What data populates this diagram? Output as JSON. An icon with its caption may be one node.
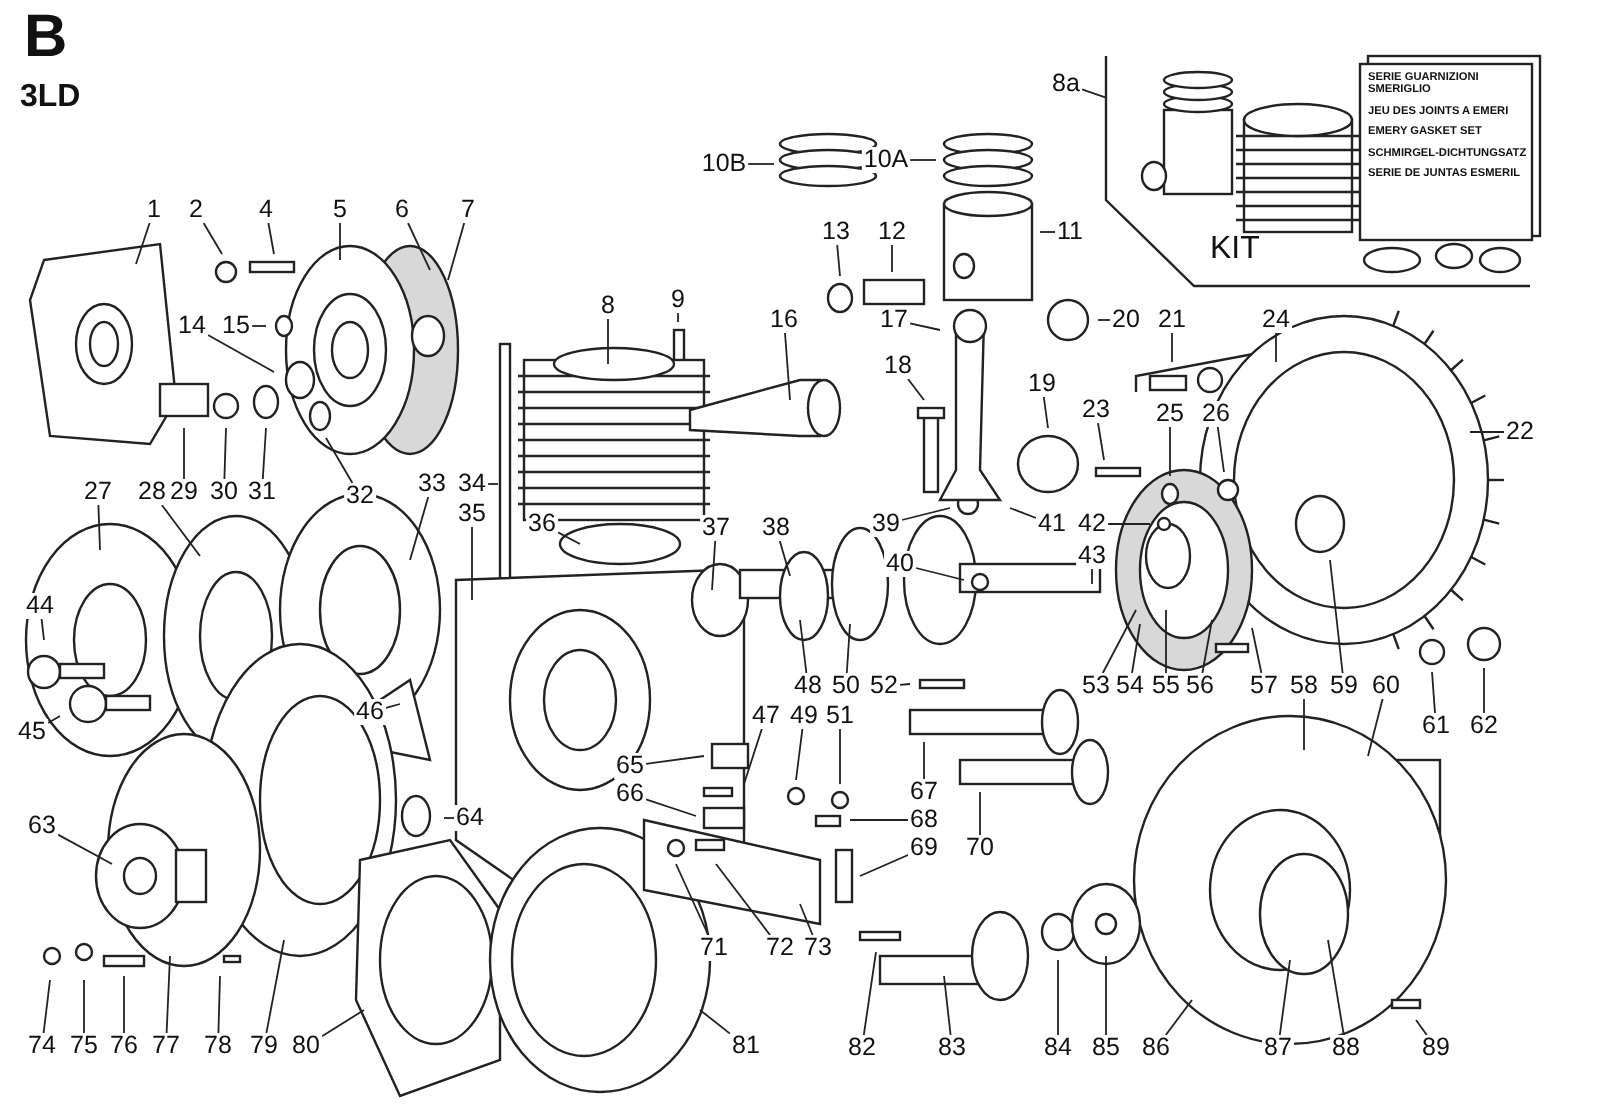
{
  "diagram": {
    "title": "B",
    "nodes": [
      {
        "text": [
          "8a"
        ]
      },
      {
        "text": [
          "10B"
        ]
      },
      {
        "text": [
          "10A"
        ]
      },
      {
        "text": [
          "1"
        ]
      },
      {
        "text": [
          "2"
        ]
      },
      {
        "text": [
          "4"
        ]
      },
      {
        "text": [
          "5"
        ]
      },
      {
        "text": [
          "6"
        ]
      },
      {
        "text": [
          "7"
        ]
      },
      {
        "text": [
          "13"
        ]
      },
      {
        "text": [
          "12"
        ]
      },
      {
        "text": [
          "11"
        ]
      },
      {
        "text": [
          "14"
        ]
      },
      {
        "text": [
          "15"
        ]
      },
      {
        "text": [
          "8"
        ]
      },
      {
        "text": [
          "9"
        ]
      },
      {
        "text": [
          "16"
        ]
      },
      {
        "text": [
          "17"
        ]
      },
      {
        "text": [
          "20"
        ]
      },
      {
        "text": [
          "21"
        ]
      },
      {
        "text": [
          "24"
        ]
      },
      {
        "text": [
          "18"
        ]
      },
      {
        "text": [
          "19"
        ]
      },
      {
        "text": [
          "23"
        ]
      },
      {
        "text": [
          "25"
        ]
      },
      {
        "text": [
          "26"
        ]
      },
      {
        "text": [
          "22"
        ]
      },
      {
        "text": [
          "27"
        ]
      },
      {
        "text": [
          "28"
        ]
      },
      {
        "text": [
          "29"
        ]
      },
      {
        "text": [
          "30"
        ]
      },
      {
        "text": [
          "31"
        ]
      },
      {
        "text": [
          "32"
        ]
      },
      {
        "text": [
          "33"
        ]
      },
      {
        "text": [
          "34"
        ]
      },
      {
        "text": [
          "35"
        ]
      },
      {
        "text": [
          "36"
        ]
      },
      {
        "text": [
          "37"
        ]
      },
      {
        "text": [
          "38"
        ]
      },
      {
        "text": [
          "39"
        ]
      },
      {
        "text": [
          "41"
        ]
      },
      {
        "text": [
          "42"
        ]
      },
      {
        "text": [
          "40"
        ]
      },
      {
        "text": [
          "43"
        ]
      },
      {
        "text": [
          "44"
        ]
      },
      {
        "text": [
          "48"
        ]
      },
      {
        "text": [
          "50"
        ]
      },
      {
        "text": [
          "52"
        ]
      },
      {
        "text": [
          "53"
        ]
      },
      {
        "text": [
          "54"
        ]
      },
      {
        "text": [
          "55"
        ]
      },
      {
        "text": [
          "56"
        ]
      },
      {
        "text": [
          "57"
        ]
      },
      {
        "text": [
          "58"
        ]
      },
      {
        "text": [
          "59"
        ]
      },
      {
        "text": [
          "60"
        ]
      },
      {
        "text": [
          "45"
        ]
      },
      {
        "text": [
          "46"
        ]
      },
      {
        "text": [
          "47"
        ]
      },
      {
        "text": [
          "49"
        ]
      },
      {
        "text": [
          "51"
        ]
      },
      {
        "text": [
          "61"
        ]
      },
      {
        "text": [
          "62"
        ]
      },
      {
        "text": [
          "65"
        ]
      },
      {
        "text": [
          "67"
        ]
      },
      {
        "text": [
          "66"
        ]
      },
      {
        "text": [
          "68"
        ]
      },
      {
        "text": [
          "64"
        ]
      },
      {
        "text": [
          "63"
        ]
      },
      {
        "text": [
          "69"
        ]
      },
      {
        "text": [
          "70"
        ]
      },
      {
        "text": [
          "71"
        ]
      },
      {
        "text": [
          "72"
        ]
      },
      {
        "text": [
          "73"
        ]
      },
      {
        "text": [
          "74"
        ]
      },
      {
        "text": [
          "75"
        ]
      },
      {
        "text": [
          "76"
        ]
      },
      {
        "text": [
          "77"
        ]
      },
      {
        "text": [
          "78"
        ]
      },
      {
        "text": [
          "79"
        ]
      },
      {
        "text": [
          "80"
        ]
      },
      {
        "text": [
          "81"
        ]
      },
      {
        "text": [
          "82"
        ]
      },
      {
        "text": [
          "83"
        ]
      },
      {
        "text": [
          "84"
        ]
      },
      {
        "text": [
          "85"
        ]
      },
      {
        "text": [
          "86"
        ]
      },
      {
        "text": [
          "87"
        ]
      },
      {
        "text": [
          "88"
        ]
      },
      {
        "text": [
          "89"
        ]
      },
      {
        "text": [],
        "shape": "picture"
      }
    ],
    "edges": [
      {
        "from": 0,
        "to": 90,
        "arrow": "none"
      },
      {
        "from": 1,
        "to": null,
        "arrow": "none"
      },
      {
        "from": 2,
        "to": null,
        "arrow": "none"
      },
      {
        "from": 3,
        "to": null,
        "arrow": "none"
      },
      {
        "from": 4,
        "to": null,
        "arrow": "none"
      },
      {
        "from": 5,
        "to": null,
        "arrow": "none"
      },
      {
        "from": 6,
        "to": null,
        "arrow": "none"
      },
      {
        "from": 7,
        "to": null,
        "arrow": "none"
      },
      {
        "from": 8,
        "to": null,
        "arrow": "none"
      },
      {
        "from": 9,
        "to": null,
        "arrow": "none"
      },
      {
        "from": 10,
        "to": null,
        "arrow": "none"
      },
      {
        "from": 11,
        "to": null,
        "arrow": "none"
      },
      {
        "from": 12,
        "to": null,
        "arrow": "none"
      },
      {
        "from": 13,
        "to": null,
        "arrow": "none"
      },
      {
        "from": 14,
        "to": null,
        "arrow": "none"
      },
      {
        "from": 15,
        "to": null,
        "arrow": "none"
      },
      {
        "from": 16,
        "to": null,
        "arrow": "none"
      },
      {
        "from": 17,
        "to": null,
        "arrow": "none"
      },
      {
        "from": 18,
        "to": null,
        "arrow": "none"
      },
      {
        "from": 19,
        "to": null,
        "arrow": "none"
      },
      {
        "from": 20,
        "to": null,
        "arrow": "none"
      },
      {
        "from": 21,
        "to": null,
        "arrow": "none"
      },
      {
        "from": 22,
        "to": null,
        "arrow": "none"
      },
      {
        "from": 23,
        "to": null,
        "arrow": "none"
      },
      {
        "from": 24,
        "to": null,
        "arrow": "none"
      },
      {
        "from": 25,
        "to": null,
        "arrow": "none"
      },
      {
        "from": 26,
        "to": null,
        "arrow": "none"
      },
      {
        "from": 27,
        "to": null,
        "arrow": "none"
      },
      {
        "from": 28,
        "to": null,
        "arrow": "none"
      },
      {
        "from": 29,
        "to": null,
        "arrow": "none"
      },
      {
        "from": 30,
        "to": null,
        "arrow": "none"
      },
      {
        "from": 31,
        "to": null,
        "arrow": "none"
      },
      {
        "from": 32,
        "to": null,
        "arrow": "none"
      },
      {
        "from": 33,
        "to": null,
        "arrow": "none"
      },
      {
        "from": 34,
        "to": null,
        "arrow": "none"
      },
      {
        "from": 35,
        "to": null,
        "arrow": "none"
      },
      {
        "from": 36,
        "to": null,
        "arrow": "none"
      },
      {
        "from": 37,
        "to": null,
        "arrow": "none"
      },
      {
        "from": 38,
        "to": null,
        "arrow": "none"
      },
      {
        "from": 39,
        "to": null,
        "arrow": "none"
      },
      {
        "from": 40,
        "to": null,
        "arrow": "none"
      },
      {
        "from": 41,
        "to": null,
        "arrow": "none"
      },
      {
        "from": 42,
        "to": null,
        "arrow": "none"
      },
      {
        "from": 43,
        "to": null,
        "arrow": "none"
      },
      {
        "from": 44,
        "to": null,
        "arrow": "none"
      },
      {
        "from": 45,
        "to": null,
        "arrow": "none"
      },
      {
        "from": 46,
        "to": null,
        "arrow": "none"
      },
      {
        "from": 47,
        "to": null,
        "arrow": "none"
      },
      {
        "from": 48,
        "to": null,
        "arrow": "none"
      },
      {
        "from": 49,
        "to": null,
        "arrow": "none"
      },
      {
        "from": 50,
        "to": null,
        "arrow": "none"
      },
      {
        "from": 51,
        "to": null,
        "arrow": "none"
      },
      {
        "from": 52,
        "to": null,
        "arrow": "none"
      },
      {
        "from": 53,
        "to": null,
        "arrow": "none"
      },
      {
        "from": 54,
        "to": null,
        "arrow": "none"
      },
      {
        "from": 55,
        "to": null,
        "arrow": "none"
      },
      {
        "from": 56,
        "to": null,
        "arrow": "none"
      },
      {
        "from": 57,
        "to": null,
        "arrow": "none"
      },
      {
        "from": 58,
        "to": null,
        "arrow": "none"
      },
      {
        "from": 59,
        "to": null,
        "arrow": "none"
      },
      {
        "from": 60,
        "to": null,
        "arrow": "none"
      },
      {
        "from": 61,
        "to": null,
        "arrow": "none"
      },
      {
        "from": 62,
        "to": null,
        "arrow": "none"
      },
      {
        "from": 63,
        "to": null,
        "arrow": "none"
      },
      {
        "from": 64,
        "to": null,
        "arrow": "none"
      },
      {
        "from": 65,
        "to": null,
        "arrow": "none"
      },
      {
        "from": 66,
        "to": null,
        "arrow": "none"
      },
      {
        "from": 67,
        "to": null,
        "arrow": "none"
      },
      {
        "from": 68,
        "to": null,
        "arrow": "none"
      },
      {
        "from": 69,
        "to": null,
        "arrow": "none"
      },
      {
        "from": 70,
        "to": null,
        "arrow": "none"
      },
      {
        "from": 71,
        "to": null,
        "arrow": "none"
      },
      {
        "from": 72,
        "to": null,
        "arrow": "none"
      },
      {
        "from": 73,
        "to": null,
        "arrow": "none"
      },
      {
        "from": 74,
        "to": null,
        "arrow": "none"
      },
      {
        "from": 75,
        "to": null,
        "arrow": "none"
      },
      {
        "from": 76,
        "to": null,
        "arrow": "none"
      },
      {
        "from": 77,
        "to": null,
        "arrow": "none"
      },
      {
        "from": 78,
        "to": null,
        "arrow": "none"
      },
      {
        "from": 79,
        "to": null,
        "arrow": "none"
      },
      {
        "from": 80,
        "to": null,
        "arrow": "none"
      },
      {
        "from": 81,
        "to": null,
        "arrow": "none"
      },
      {
        "from": 82,
        "to": null,
        "arrow": "none"
      },
      {
        "from": 83,
        "to": null,
        "arrow": "none"
      },
      {
        "from": 84,
        "to": null,
        "arrow": "none"
      },
      {
        "from": 85,
        "to": null,
        "arrow": "none"
      },
      {
        "from": 86,
        "to": null,
        "arrow": "none"
      },
      {
        "from": 87,
        "to": null,
        "arrow": "none"
      },
      {
        "from": 88,
        "to": null,
        "arrow": "none"
      },
      {
        "from": 89,
        "to": null,
        "arrow": "none"
      }
    ],
    "labels": [
      "3LD",
      "KIT",
      "SERIE GUARNIZIONI SMERIGLIO",
      "JEU DES JOINTS A EMERI",
      "EMERY GASKET SET",
      "SCHMIRGEL-DICHTUNGSATZ",
      "SERIE DE JUNTAS ESMERIL"
    ]
  }
}
